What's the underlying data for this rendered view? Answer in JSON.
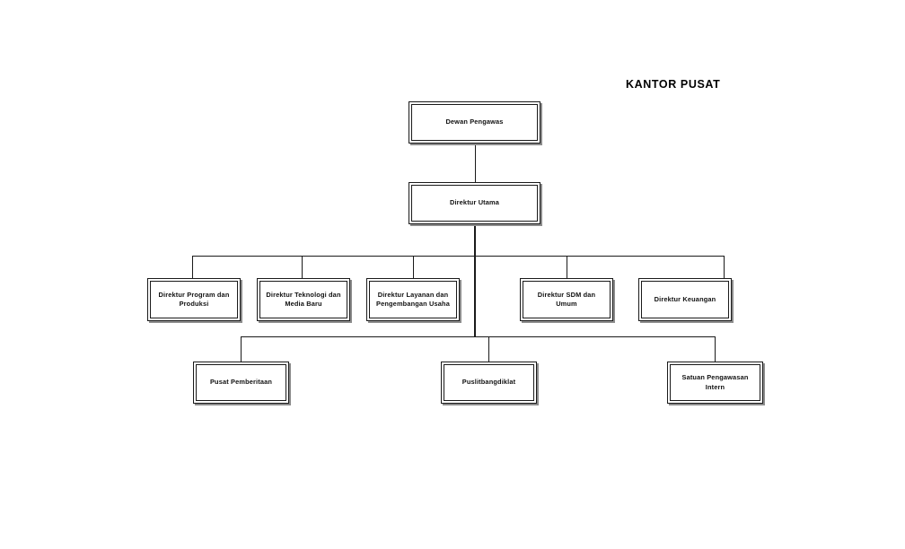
{
  "chart": {
    "title": "KANTOR PUSAT",
    "type": "org-chart",
    "nodes": [
      {
        "id": "dewan-pengawas",
        "label": "Dewan Pengawas",
        "level": 1
      },
      {
        "id": "direktur-utama",
        "label": "Direktur Utama",
        "level": 2
      },
      {
        "id": "dir-program-produksi",
        "label": "Direktur Program dan\nProduksi",
        "level": 3
      },
      {
        "id": "dir-teknologi-media",
        "label": "Direktur Teknologi dan\nMedia Baru",
        "level": 3
      },
      {
        "id": "dir-layanan-usaha",
        "label": "Direktur Layanan dan\nPengembangan Usaha",
        "level": 3
      },
      {
        "id": "dir-sdm-umum",
        "label": "Direktur SDM dan Umum",
        "level": 3
      },
      {
        "id": "dir-keuangan",
        "label": "Direktur Keuangan",
        "level": 3
      },
      {
        "id": "pusat-pemberitaan",
        "label": "Pusat Pemberitaan",
        "level": 4
      },
      {
        "id": "puslitbangdiklat",
        "label": "Puslitbangdiklat",
        "level": 4
      },
      {
        "id": "satuan-pengawasan",
        "label": "Satuan Pengawasan Intern",
        "level": 4
      }
    ],
    "colors": {
      "border": "#1a1a1a",
      "shadow": "#8c8c8c",
      "text": "#111111",
      "background": "#ffffff"
    }
  }
}
